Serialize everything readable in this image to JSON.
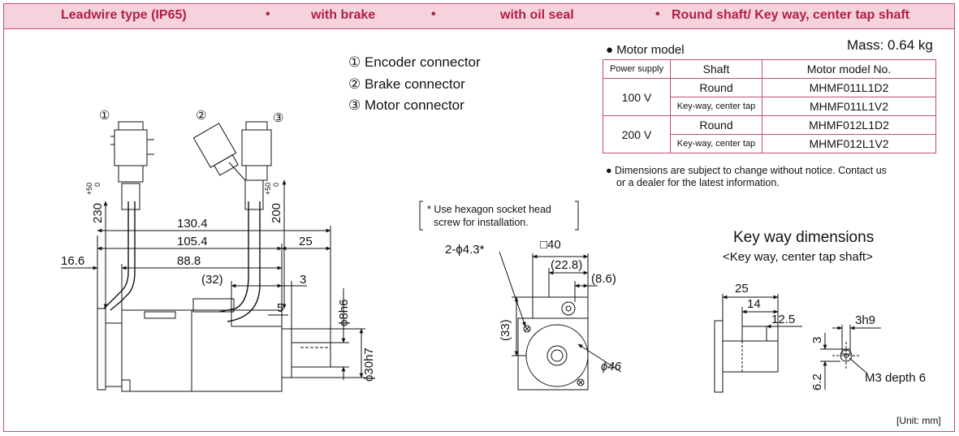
{
  "header": {
    "item1": "Leadwire type (IP65)",
    "item2": "with brake",
    "item3": "with oil seal",
    "item4": "Round shaft/ Key way, center tap shaft",
    "separator": "•"
  },
  "legend": {
    "encoder": "① Encoder connector",
    "brake": "② Brake connector",
    "motor": "③ Motor connector"
  },
  "motor_model": {
    "title": "● Motor model",
    "mass": "Mass: 0.64 kg",
    "headers": [
      "Power supply",
      "Shaft",
      "Motor model No."
    ],
    "rows": [
      {
        "power": "100 V",
        "shaft1": "Round",
        "model1": "MHMF011L1D2",
        "shaft2": "Key-way, center tap",
        "model2": "MHMF011L1V2"
      },
      {
        "power": "200 V",
        "shaft1": "Round",
        "model1": "MHMF012L1D2",
        "shaft2": "Key-way, center tap",
        "model2": "MHMF012L1V2"
      }
    ],
    "note_line1": "● Dimensions are subject to change without notice. Contact us",
    "note_line2": "or a dealer for the latest information."
  },
  "side_view": {
    "marker1": "①",
    "marker2": "②",
    "marker3": "③",
    "d_230": "230",
    "d_200": "200",
    "tol_plus": "+50",
    "tol_zero": "0",
    "d_130_4": "130.4",
    "d_105_4": "105.4",
    "d_25": "25",
    "d_16_6": "16.6",
    "d_88_8": "88.8",
    "d_32": "(32)",
    "d_3": "3",
    "d_5": "5",
    "d_phi8h6": "ϕ8h6",
    "d_phi30h7": "ϕ30h7"
  },
  "front_view": {
    "note_line1": "* Use hexagon socket head",
    "note_line2": "screw for installation.",
    "d_hole": "2-ϕ4.3*",
    "d_sq40": "□40",
    "d_22_8": "(22.8)",
    "d_8_6": "(8.6)",
    "d_33": "(33)",
    "d_phi46": "ϕ46"
  },
  "keyway": {
    "title": "Key way dimensions",
    "subtitle": "<Key way, center tap shaft>",
    "d_25": "25",
    "d_14": "14",
    "d_12_5": "12.5",
    "d_3h9": "3h9",
    "d_3": "3",
    "d_6_2": "6.2",
    "d_m3": "M3 depth 6"
  },
  "unit": "[Unit: mm]",
  "colors": {
    "accent": "#c0506e",
    "header_bg": "#f6d3dc",
    "header_text": "#b01e48"
  }
}
